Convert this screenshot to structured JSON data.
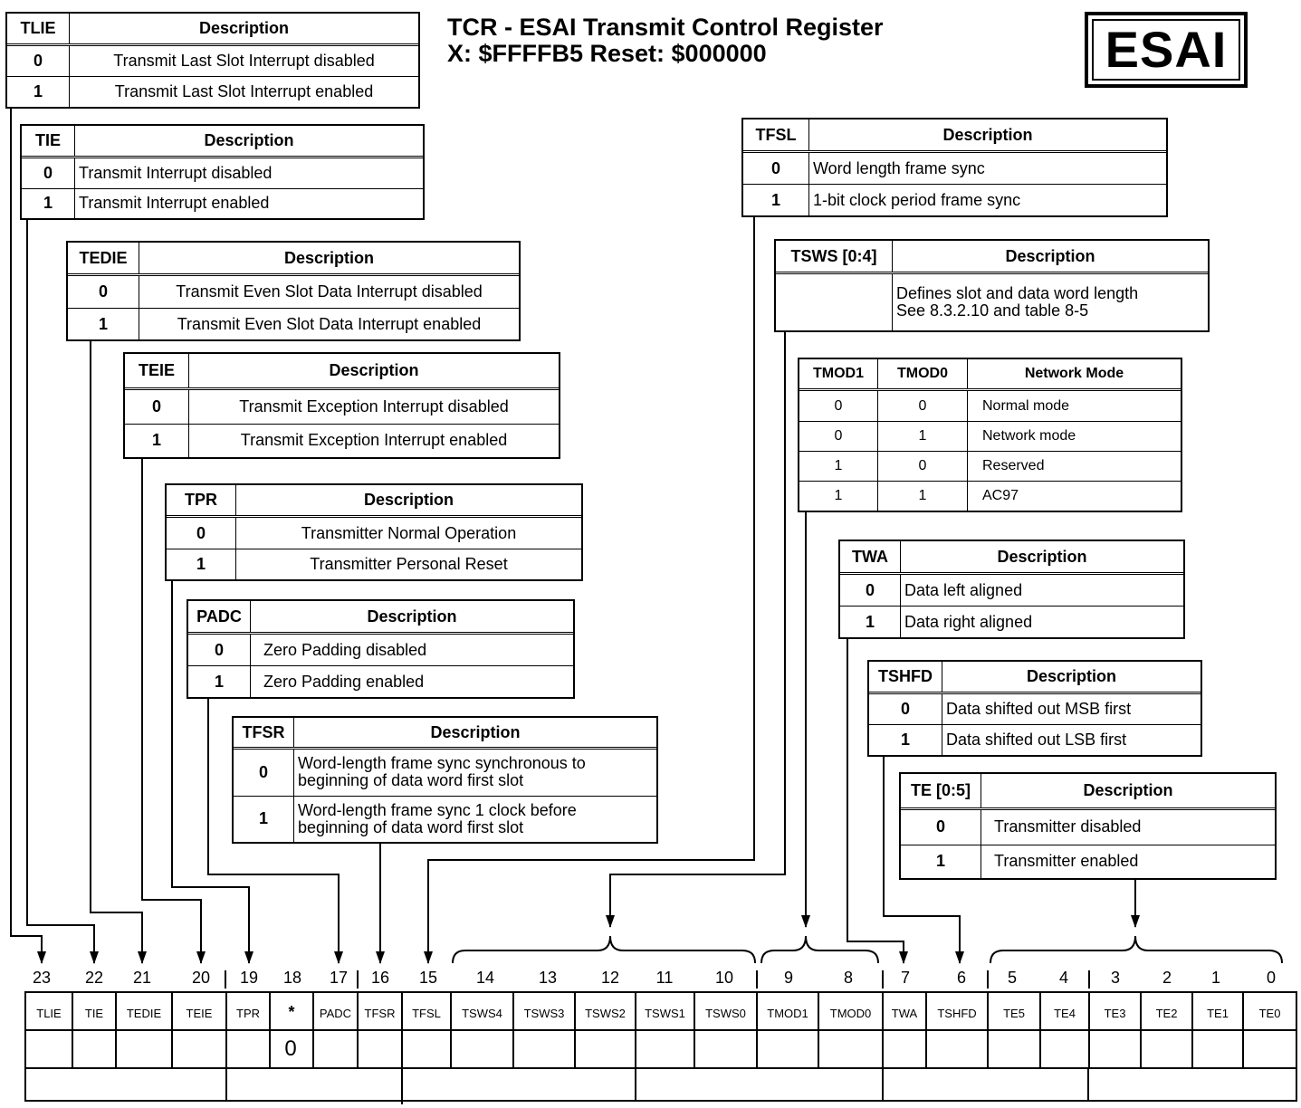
{
  "title": {
    "line1": "TCR - ESAI Transmit Control Register",
    "line2": "X: $FFFFB5 Reset: $000000",
    "logo": "ESAI"
  },
  "fields": {
    "tlie": {
      "name": "TLIE",
      "header": "Description",
      "rows": [
        {
          "v": "0",
          "d": "Transmit Last Slot Interrupt disabled"
        },
        {
          "v": "1",
          "d": "Transmit Last Slot Interrupt enabled"
        }
      ]
    },
    "tie": {
      "name": "TIE",
      "header": "Description",
      "rows": [
        {
          "v": "0",
          "d": "Transmit Interrupt disabled"
        },
        {
          "v": "1",
          "d": "Transmit Interrupt enabled"
        }
      ]
    },
    "tedie": {
      "name": "TEDIE",
      "header": "Description",
      "rows": [
        {
          "v": "0",
          "d": "Transmit Even Slot Data Interrupt disabled"
        },
        {
          "v": "1",
          "d": "Transmit Even Slot Data Interrupt enabled"
        }
      ]
    },
    "teie": {
      "name": "TEIE",
      "header": "Description",
      "rows": [
        {
          "v": "0",
          "d": "Transmit Exception Interrupt disabled"
        },
        {
          "v": "1",
          "d": "Transmit Exception Interrupt enabled"
        }
      ]
    },
    "tpr": {
      "name": "TPR",
      "header": "Description",
      "rows": [
        {
          "v": "0",
          "d": "Transmitter Normal Operation"
        },
        {
          "v": "1",
          "d": "Transmitter Personal Reset"
        }
      ]
    },
    "padc": {
      "name": "PADC",
      "header": "Description",
      "rows": [
        {
          "v": "0",
          "d": "Zero Padding disabled"
        },
        {
          "v": "1",
          "d": "Zero Padding enabled"
        }
      ]
    },
    "tfsr": {
      "name": "TFSR",
      "header": "Description",
      "rows": [
        {
          "v": "0",
          "d1": "Word-length frame sync synchronous to",
          "d2": "beginning of data word first slot"
        },
        {
          "v": "1",
          "d1": "Word-length frame sync 1 clock before",
          "d2": "beginning of data word first slot"
        }
      ]
    },
    "tfsl": {
      "name": "TFSL",
      "header": "Description",
      "rows": [
        {
          "v": "0",
          "d": "Word length frame sync"
        },
        {
          "v": "1",
          "d": "1-bit clock period frame sync"
        }
      ]
    },
    "tsws": {
      "name": "TSWS [0:4]",
      "header": "Description",
      "d1": "Defines slot and data word length",
      "d2": "See 8.3.2.10 and table 8-5"
    },
    "tmod": {
      "h1": "TMOD1",
      "h2": "TMOD0",
      "h3": "Network Mode",
      "rows": [
        {
          "a": "0",
          "b": "0",
          "m": "Normal mode"
        },
        {
          "a": "0",
          "b": "1",
          "m": "Network mode"
        },
        {
          "a": "1",
          "b": "0",
          "m": "Reserved"
        },
        {
          "a": "1",
          "b": "1",
          "m": "AC97"
        }
      ]
    },
    "twa": {
      "name": "TWA",
      "header": "Description",
      "rows": [
        {
          "v": "0",
          "d": "Data left aligned"
        },
        {
          "v": "1",
          "d": "Data right aligned"
        }
      ]
    },
    "tshfd": {
      "name": "TSHFD",
      "header": "Description",
      "rows": [
        {
          "v": "0",
          "d": "Data shifted out MSB first"
        },
        {
          "v": "1",
          "d": "Data shifted out LSB first"
        }
      ]
    },
    "te": {
      "name": "TE [0:5]",
      "header": "Description",
      "rows": [
        {
          "v": "0",
          "d": "Transmitter disabled"
        },
        {
          "v": "1",
          "d": "Transmitter enabled"
        }
      ]
    }
  },
  "register": {
    "bits": [
      "23",
      "22",
      "21",
      "20",
      "19",
      "18",
      "17",
      "16",
      "15",
      "14",
      "13",
      "12",
      "11",
      "10",
      "9",
      "8",
      "7",
      "6",
      "5",
      "4",
      "3",
      "2",
      "1",
      "0"
    ],
    "mnemonics": [
      "TLIE",
      "TIE",
      "TEDIE",
      "TEIE",
      "TPR",
      "*",
      "PADC",
      "TFSR",
      "TFSL",
      "TSWS4",
      "TSWS3",
      "TSWS2",
      "TSWS1",
      "TSWS0",
      "TMOD1",
      "TMOD0",
      "TWA",
      "TSHFD",
      "TE5",
      "TE4",
      "TE3",
      "TE2",
      "TE1",
      "TE0"
    ],
    "reset_bit18": "0"
  }
}
